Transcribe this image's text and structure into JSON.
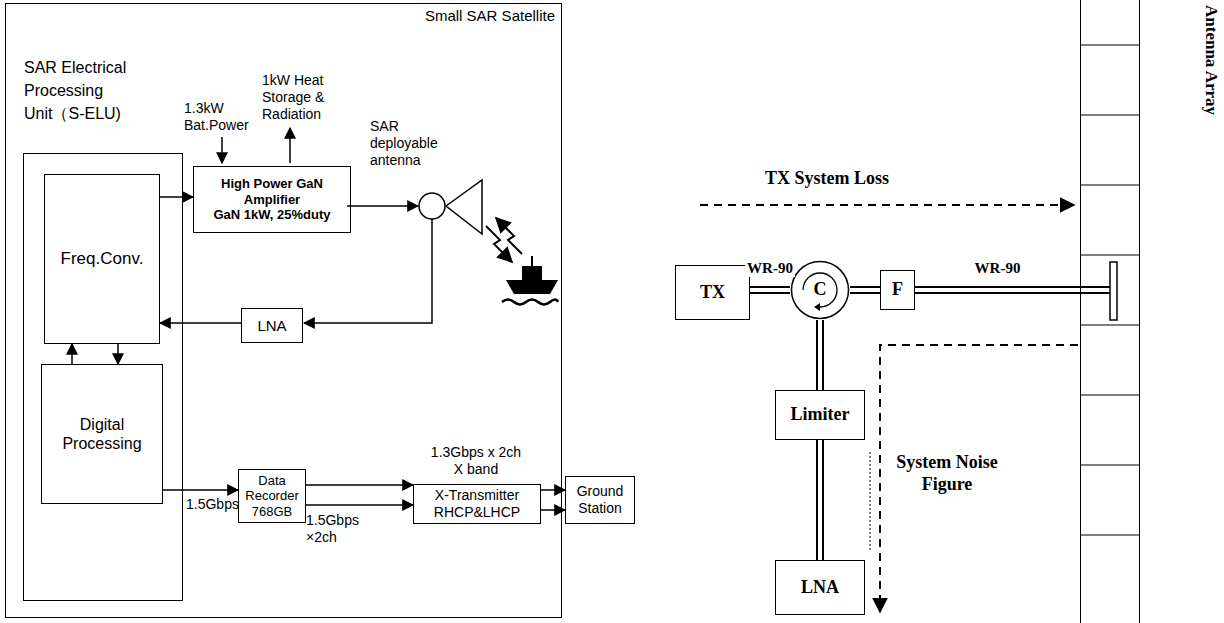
{
  "diagram": {
    "nodes": [
      {
        "text": [
          "Small SAR Satellite"
        ]
      },
      {
        "text": [
          "SAR Electrical Processing Unit（S-ELU)"
        ],
        "in": 0
      },
      {
        "text": [
          "Freq.Conv."
        ],
        "in": 1
      },
      {
        "text": [
          "Digital Processing"
        ],
        "in": 1
      },
      {
        "text": [
          "High Power GaN Amplifier",
          "GaN 1kW, 25%duty"
        ],
        "in": 0
      },
      {
        "text": [
          "LNA"
        ],
        "in": 0
      },
      {
        "text": [
          "Data Recorder 768GB"
        ],
        "in": 0
      },
      {
        "text": [
          "X-Transmitter RHCP&LHCP"
        ],
        "in": 0
      },
      {
        "text": [
          "Ground Station"
        ]
      },
      {
        "text": [
          "TX"
        ]
      },
      {
        "text": [
          "C"
        ]
      },
      {
        "text": [
          "F"
        ]
      },
      {
        "text": [
          "Limiter"
        ]
      },
      {
        "text": [
          "LNA"
        ]
      },
      {
        "text": [
          "Antenna Array"
        ]
      }
    ],
    "edges": [
      {
        "from": 2,
        "to": 4,
        "arrow": "to"
      },
      {
        "from": 5,
        "to": 2,
        "arrow": "to"
      },
      {
        "from": 2,
        "to": 3,
        "arrow": "to"
      },
      {
        "from": 3,
        "to": 2,
        "arrow": "to"
      },
      {
        "from": 3,
        "to": 6,
        "arrow": "to"
      },
      {
        "from": 6,
        "to": 7,
        "arrow": "to"
      },
      {
        "from": 6,
        "to": 7,
        "arrow": "to"
      },
      {
        "from": 7,
        "to": 8,
        "arrow": "to"
      },
      {
        "from": 7,
        "to": 8,
        "arrow": "to"
      },
      {
        "from": 9,
        "to": 10,
        "label": "WR-90",
        "arrow": "none"
      },
      {
        "from": 10,
        "to": 11,
        "arrow": "none"
      },
      {
        "from": 11,
        "to": 14,
        "label": "WR-90",
        "arrow": "none"
      },
      {
        "from": 10,
        "to": 12,
        "arrow": "none"
      },
      {
        "from": 12,
        "to": 13,
        "arrow": "none"
      }
    ],
    "labels": [
      "1.3kW Bat.Power",
      "1kW Heat Storage & Radiation",
      "SAR deployable antenna",
      "1.3Gbps x 2ch X band",
      "1.5Gbps",
      "1.5Gbps ×2ch",
      "TX System Loss",
      "System Noise Figure"
    ]
  }
}
